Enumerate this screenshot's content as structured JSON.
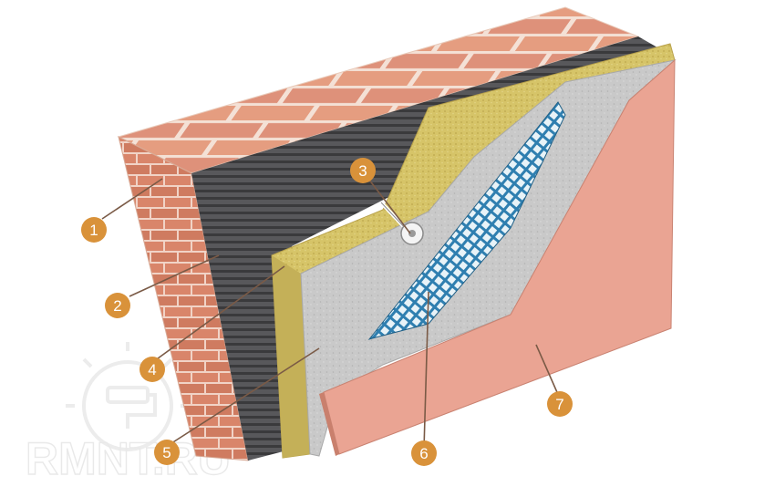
{
  "watermark": {
    "text": "RMNT.RU",
    "icon": "paint-roller-icon"
  },
  "layers": [
    {
      "id": 1,
      "label": "1",
      "material": "brick-wall",
      "color": "#d98a6c"
    },
    {
      "id": 2,
      "label": "2",
      "material": "corrugated-adhesive",
      "color": "#4d4d4f"
    },
    {
      "id": 3,
      "label": "3",
      "material": "dowel-anchor",
      "color": "#f2f2f2"
    },
    {
      "id": 4,
      "label": "4",
      "material": "mineral-wool-insulation",
      "color": "#d8c66a"
    },
    {
      "id": 5,
      "label": "5",
      "material": "base-plaster",
      "color": "#c8c8c8"
    },
    {
      "id": 6,
      "label": "6",
      "material": "reinforcing-mesh",
      "color": "#2f7fb0"
    },
    {
      "id": 7,
      "label": "7",
      "material": "finish-plaster",
      "color": "#eaa493"
    }
  ],
  "colors": {
    "badge": "#d9923a",
    "leader": "#7a5a46",
    "brick_face": "#e59d80",
    "brick_mortar": "#f3ddd0"
  }
}
